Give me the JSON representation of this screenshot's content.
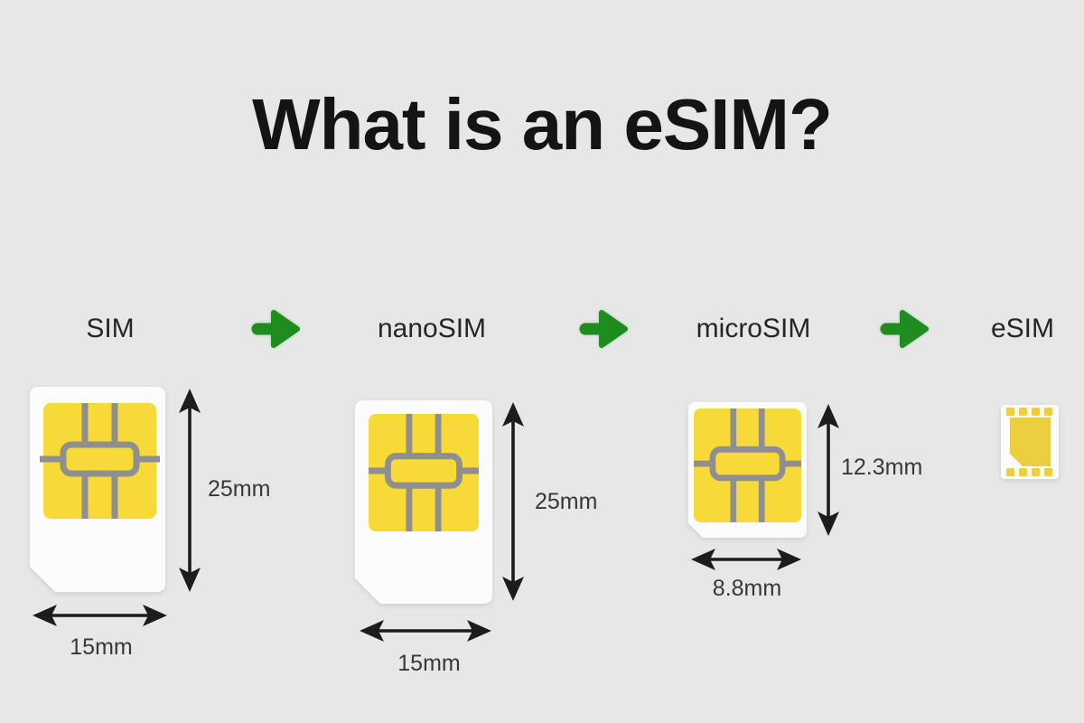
{
  "title": "What is an eSIM?",
  "stages": {
    "sim": {
      "label": "SIM",
      "height": "25mm",
      "width": "15mm"
    },
    "nano": {
      "label": "nanoSIM",
      "height": "25mm",
      "width": "15mm"
    },
    "micro": {
      "label": "microSIM",
      "height": "12.3mm",
      "width": "8.8mm"
    },
    "esim": {
      "label": "eSIM"
    }
  },
  "icons": {
    "next_arrow": "green-right-arrow",
    "measure_vertical": "black-double-headed-vertical-arrow",
    "measure_horizontal": "black-double-headed-horizontal-arrow",
    "chip": "gold-sim-contact-chip"
  },
  "colors": {
    "background": "#e7e7e7",
    "card_white": "#fcfcfc",
    "chip_yellow": "#f7da38",
    "chip_line_gray": "#8f8f8f",
    "arrow_green": "#1e8c1e",
    "measure_black": "#1c1c1c",
    "title_text": "#141414",
    "label_text": "#262626",
    "dimension_text": "#383838"
  }
}
